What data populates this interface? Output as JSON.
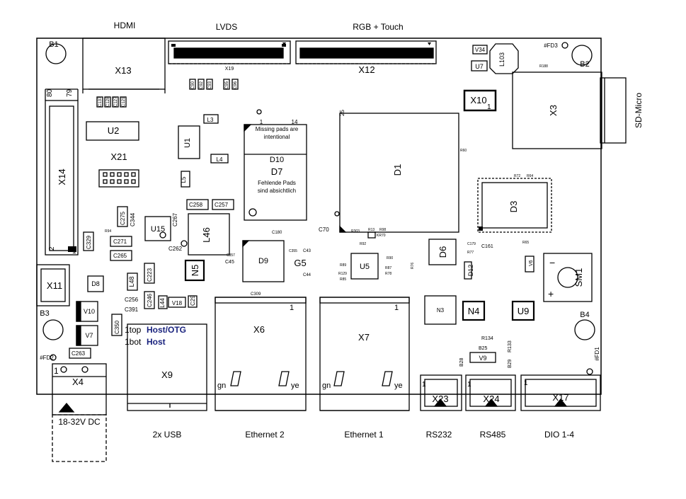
{
  "connectors_top": {
    "hdmi": "HDMI",
    "lvds": "LVDS",
    "rgb": "RGB + Touch"
  },
  "side_label": "SD-Micro",
  "bottom_labels": {
    "usb": "2x USB",
    "eth2": "Ethernet 2",
    "eth1": "Ethernet 1",
    "rs232": "RS232",
    "rs485": "RS485",
    "dio": "DIO  1-4",
    "power": "18-32V DC"
  },
  "components": {
    "x13": "X13",
    "x12": "X12",
    "x19": "X19",
    "x14": "X14",
    "x21": "X21",
    "u2": "U2",
    "u1": "U1",
    "d1": "D1",
    "d3": "D3",
    "x3": "X3",
    "x10": "X10",
    "x10_pin": "1",
    "u7": "U7",
    "l103": "L103",
    "v34": "V34",
    "d10": "D10",
    "d7": "D7",
    "d9": "D9",
    "g5": "G5",
    "u5": "U5",
    "u15": "U15",
    "l46": "L46",
    "n5": "N5",
    "d6": "D6",
    "d12": "D12",
    "sm1": "SM1",
    "n3": "N3",
    "n4": "N4",
    "u9": "U9",
    "v9": "V9",
    "x11": "X11",
    "d8": "D8",
    "v10": "V10",
    "v7": "V7",
    "x4": "X4",
    "x9": "X9",
    "x6": "X6",
    "x7": "X7",
    "x23": "X23",
    "x24": "X24",
    "x17": "X17",
    "l48": "L48",
    "v18": "V18",
    "l44": "L44",
    "l3": "L3",
    "l4": "L4",
    "l5": "L5"
  },
  "fiducials": {
    "b1": "B1",
    "b2": "B2",
    "b3": "B3",
    "b4": "B4",
    "fd2": "#FD2",
    "fd1": "#FD1",
    "fd3": "#FD3"
  },
  "notes": {
    "en_line1": "Missing pads are",
    "en_line2": "intentional",
    "de_line1": "Fehlende Pads",
    "de_line2": "sind absichtlich",
    "pin1": "1",
    "pin14": "14"
  },
  "usb_ports": {
    "top_prefix": "1top",
    "top_label": "Host/OTG",
    "bot_prefix": "1bot",
    "bot_label": "Host"
  },
  "eth_pins": {
    "gn": "gn",
    "ye": "ye",
    "pin1": "1"
  },
  "pin_labels": {
    "x14_top_left": "80",
    "x14_top_right": "79",
    "x14_bottom": "2",
    "x14_bottom_right": "1",
    "d1_pin25": "25",
    "sm1_minus": "−",
    "sm1_plus": "+",
    "x4_pin1": "1",
    "x23_pin1": "1",
    "x24_pin1": "1",
    "x17_pin1": "1"
  },
  "small_parts": {
    "c275": "C275",
    "c329": "C329",
    "c271": "C271",
    "c265": "C265",
    "c258": "C258",
    "c257": "C257",
    "c223": "C223",
    "c246": "C246",
    "c350": "C350",
    "c263": "C263",
    "c29": "C29",
    "c262": "C262",
    "c267": "C267",
    "c256": "C256",
    "c391": "C391",
    "c344": "C344",
    "c70": "C70",
    "c180": "C180",
    "c309": "C309",
    "c137": "C137",
    "c128": "C128",
    "c127": "C127",
    "c121": "C121",
    "c90": "C90",
    "c92": "C92",
    "c93": "C93",
    "c95": "C95",
    "c96": "C96",
    "c43": "C43",
    "c44": "C44",
    "c45": "C45",
    "c357": "C357",
    "c355": "C355",
    "r92": "R92",
    "r87": "R87",
    "r78": "R78",
    "r90": "R90",
    "r89": "R89",
    "r129": "R129",
    "r85": "R85",
    "r94": "R94",
    "r133": "R133",
    "r134": "R134",
    "b28": "B28",
    "b29": "B29",
    "b25": "B25",
    "r188": "R188",
    "r72": "R72",
    "r64": "R64",
    "r60": "R60",
    "r303": "R303",
    "r13": "R13",
    "r98": "R98",
    "kr70": "KR70",
    "r65": "R65",
    "c179": "C179",
    "c161": "C161",
    "r77": "R77",
    "r76": "R76",
    "v6": "V6"
  }
}
